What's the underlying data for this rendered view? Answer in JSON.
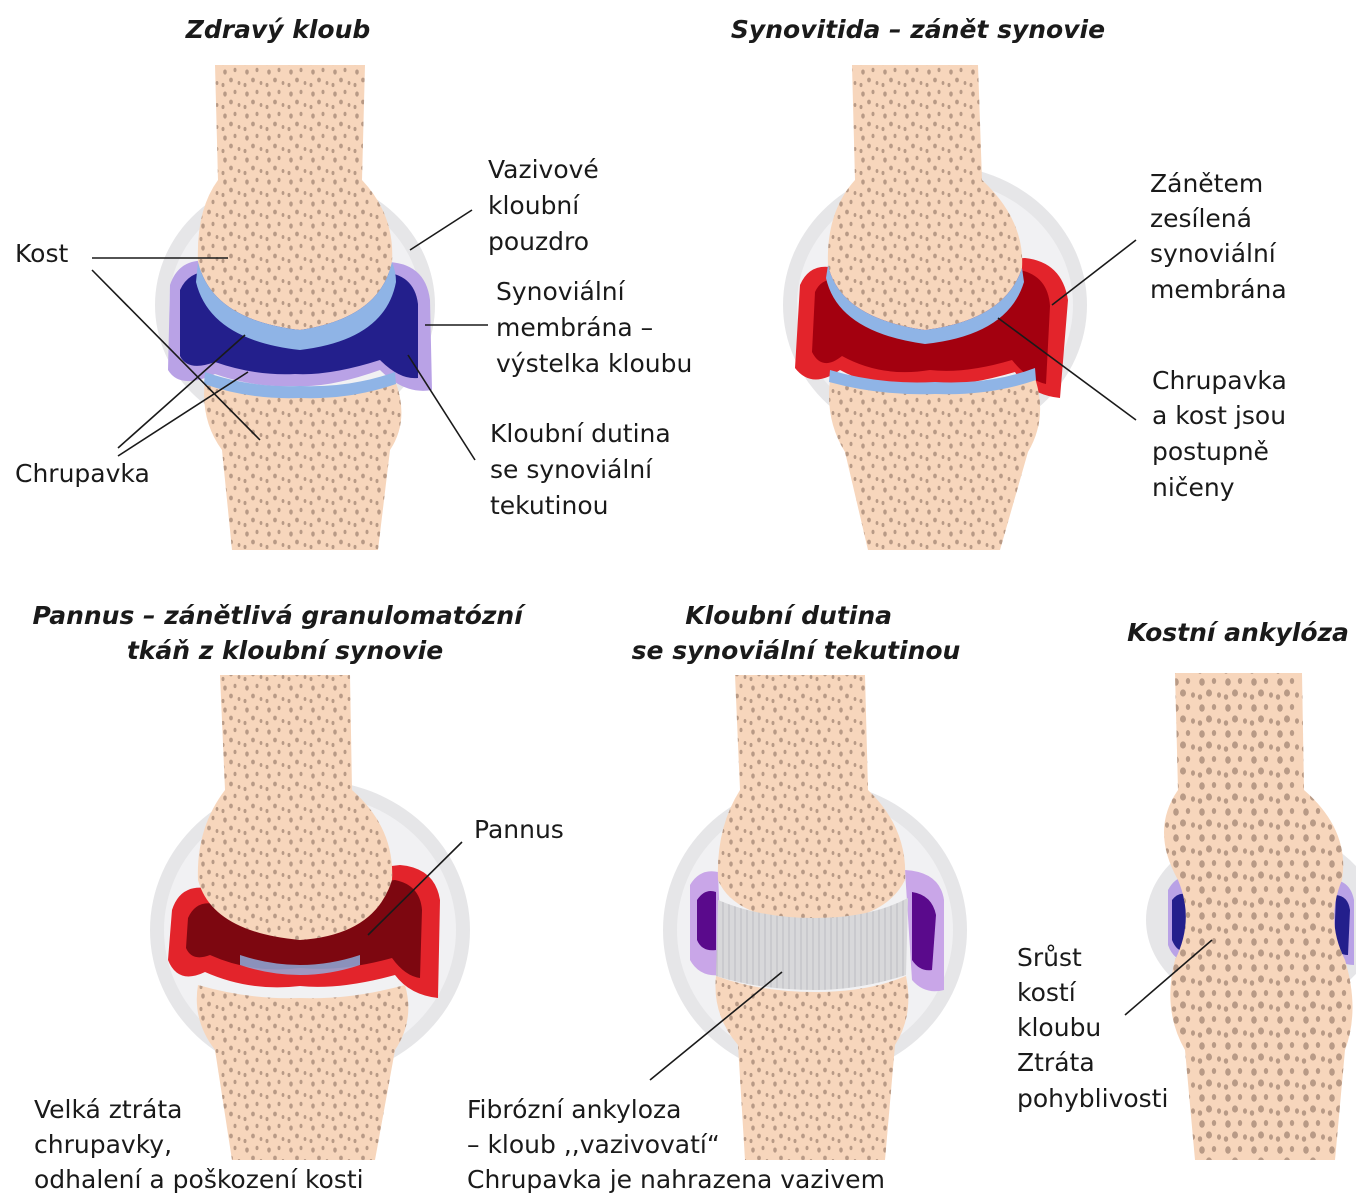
{
  "panels": {
    "healthy": {
      "title": "Zdravý kloub",
      "labels": {
        "bone": "Kost",
        "cartilage": "Chrupavka",
        "capsule": [
          "Vazivové",
          "kloubní",
          "pouzdro"
        ],
        "membrane": [
          "Synoviální",
          "membrána –",
          "výstelka kloubu"
        ],
        "cavity": [
          "Kloubní dutina",
          "se synoviální",
          "tekutinou"
        ]
      }
    },
    "synovitis": {
      "title": "Synovitida – zánět synovie",
      "labels": {
        "thickened": [
          "Zánětem",
          "zesílená",
          "synoviální",
          "membrána"
        ],
        "destroyed": [
          "Chrupavka",
          "a kost jsou",
          "postupně",
          "ničeny"
        ]
      }
    },
    "pannus": {
      "title": [
        "Pannus – zánětlivá granulomatózní",
        "tkáň z kloubní synovie"
      ],
      "labels": {
        "pannus": "Pannus",
        "loss": [
          "Velká ztráta",
          "chrupavky,",
          "odhalení a poškození kosti"
        ]
      }
    },
    "fibrous": {
      "title": [
        "Kloubní dutina",
        "se synoviální tekutinou"
      ],
      "labels": {
        "fibrous": [
          "Fibrózní ankyloza",
          "– kloub ,,vazivovatí“",
          "Chrupavka je nahrazena vazivem"
        ]
      }
    },
    "bony": {
      "title": "Kostní  ankylóza",
      "labels": {
        "fusion": [
          "Srůst",
          "kostí",
          "kloubu",
          "Ztráta",
          "pohyblivosti"
        ]
      }
    }
  },
  "colors": {
    "bone": "#f7d6bc",
    "bone_pores": "#b89a86",
    "capsule": "#e6e6e8",
    "synovial_fluid": "#231f8c",
    "cartilage": "#8fb4e6",
    "membrane": "#b9a2e6",
    "inflamed_membrane": "#e3242b",
    "inflamed_dark": "#a3000f",
    "pannus_dark": "#7d0710",
    "fibrous_tissue": "#d8d8da",
    "fibrous_pocket": "#5a0a8c"
  }
}
